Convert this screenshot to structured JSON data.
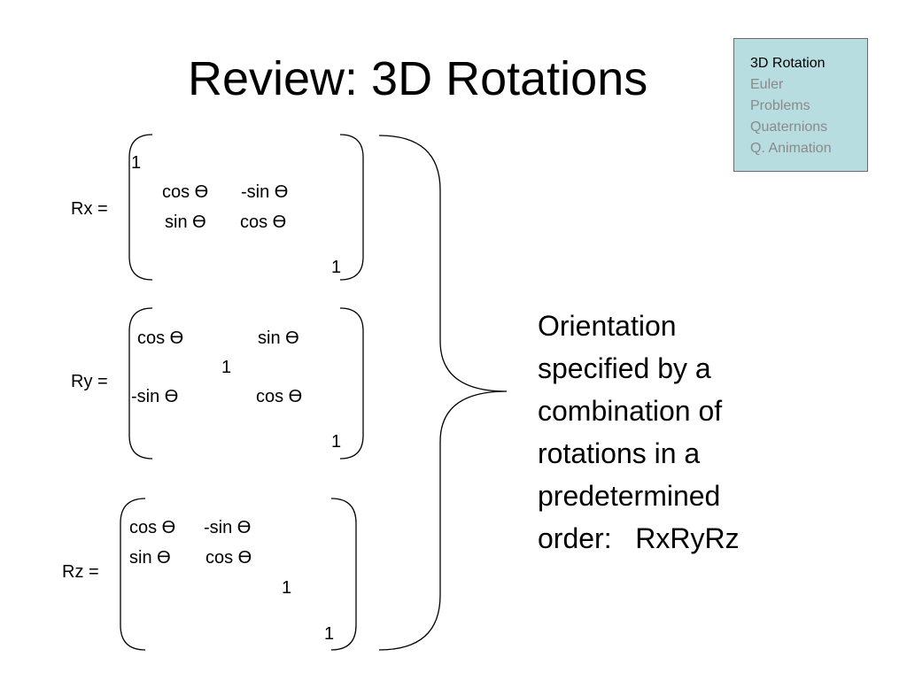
{
  "slide": {
    "title": "Review: 3D Rotations",
    "nav": {
      "items": [
        {
          "label": "3D Rotation",
          "active": true
        },
        {
          "label": "Euler",
          "active": false
        },
        {
          "label": "Problems",
          "active": false
        },
        {
          "label": "Quaternions",
          "active": false
        },
        {
          "label": "Q. Animation",
          "active": false
        }
      ]
    },
    "matrices": {
      "rx": {
        "label": "Rx =",
        "c00": "1",
        "c11": "cos ϴ",
        "c12": "-sin ϴ",
        "c21": "sin ϴ",
        "c22": "cos ϴ",
        "c33": "1"
      },
      "ry": {
        "label": "Ry =",
        "c00": "cos ϴ",
        "c02": "sin ϴ",
        "c11": "1",
        "c20": "-sin ϴ",
        "c22": "cos ϴ",
        "c33": "1"
      },
      "rz": {
        "label": "Rz =",
        "c00": "cos ϴ",
        "c01": "-sin ϴ",
        "c10": "sin ϴ",
        "c11": "cos ϴ",
        "c22": "1",
        "c33": "1"
      }
    },
    "summary": {
      "lines": [
        "Orientation",
        "specified by a",
        "combination of",
        "rotations in a",
        "predetermined",
        "order:   RxRyRz"
      ]
    },
    "colors": {
      "nav_background": "#b7dde0",
      "nav_active": "#000000",
      "nav_inactive": "#8a8a8a"
    }
  }
}
